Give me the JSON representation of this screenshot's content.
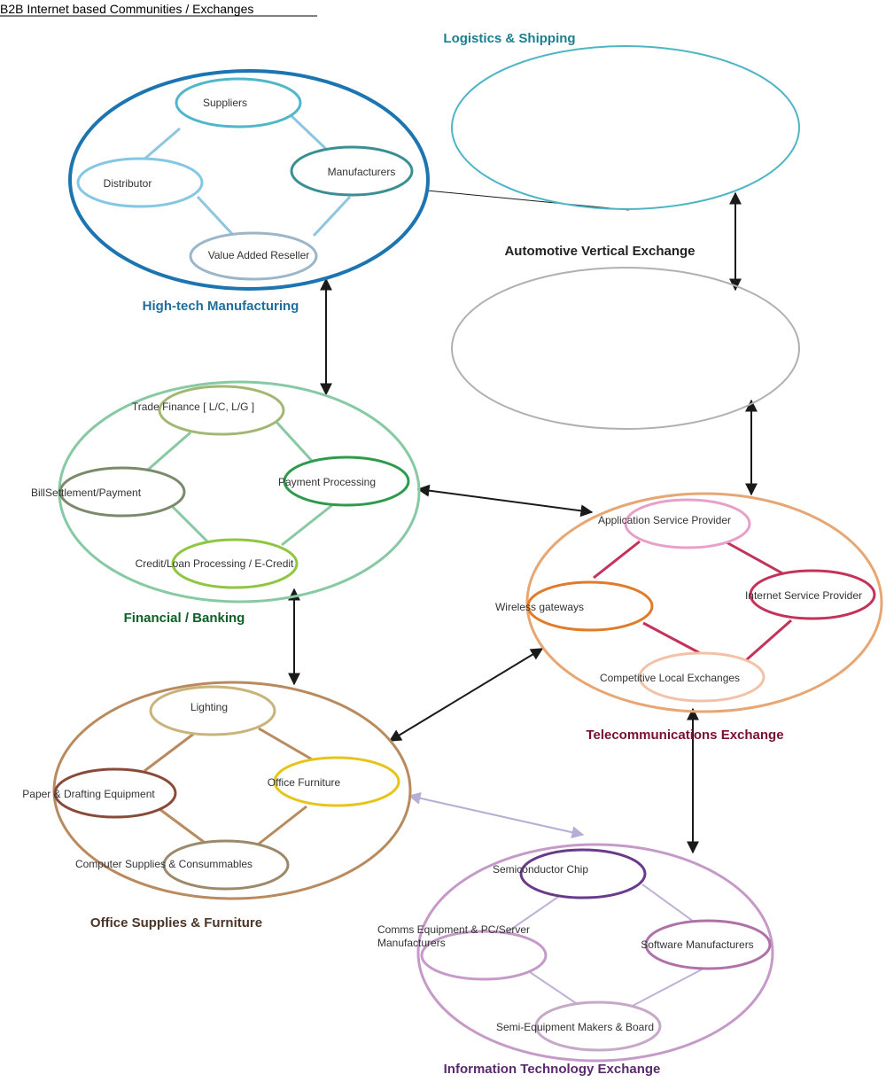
{
  "title": "B2B Internet based Communities / Exchanges",
  "colors": {
    "arrow": "#1a1a1a",
    "it_arrow": "#b7aed6"
  },
  "groups": {
    "hightech": {
      "title": "High-tech Manufacturing",
      "title_color": "#1f6f9c",
      "outline_color": "#1c75b0",
      "link_color": "#8dc6e0",
      "nodes": {
        "suppliers": {
          "label": "Suppliers",
          "color": "#4fb7c9"
        },
        "manufacturers": {
          "label": "Manufacturers",
          "color": "#3a8f93"
        },
        "distributor": {
          "label": "Distributor",
          "color": "#83c7e4"
        },
        "var": {
          "label": "Value Added Reseller",
          "color": "#9ab6c8"
        }
      }
    },
    "logistics": {
      "title": "Logistics & Shipping",
      "title_color": "#1a7f8e",
      "outline_color": "#4db5c6"
    },
    "automotive": {
      "title": "Automotive Vertical Exchange",
      "title_color": "#222222",
      "outline_color": "#b0b0b0"
    },
    "financial": {
      "title": "Financial / Banking",
      "title_color": "#0d5e27",
      "outline_color": "#86c9a3",
      "link_color": "#86c9a3",
      "nodes": {
        "trade": {
          "label": "Trade Finance [ L/C, L/G ]",
          "color": "#a3b774"
        },
        "payment": {
          "label": "Payment Processing",
          "color": "#2d9a4c"
        },
        "bill": {
          "label": "BillSettlement/Payment",
          "color": "#7a8a6a"
        },
        "credit": {
          "label": "Credit/Loan Processing / E-Credit",
          "color": "#8ec63f"
        }
      }
    },
    "telecom": {
      "title": "Telecommunications Exchange",
      "title_color": "#7a1030",
      "outline_color": "#e8a673",
      "link_color": "#c4325a",
      "nodes": {
        "asp": {
          "label": "Application Service Provider",
          "color": "#e8a0c8"
        },
        "isp": {
          "label": "Internet Service Provider",
          "color": "#c4325a"
        },
        "wireless": {
          "label": "Wireless gateways",
          "color": "#e07b2a"
        },
        "clec": {
          "label": "Competitive Local Exchanges",
          "color": "#f2c2a8"
        }
      }
    },
    "office": {
      "title": "Office Supplies & Furniture",
      "title_color": "#4a3528",
      "outline_color": "#b98a5e",
      "link_color": "#b98a5e",
      "nodes": {
        "lighting": {
          "label": "Lighting",
          "color": "#c8b47a"
        },
        "furniture": {
          "label": "Office Furniture",
          "color": "#e6c419"
        },
        "paper": {
          "label": "Paper & Drafting Equipment",
          "color": "#8a4a3a"
        },
        "computer": {
          "label": "Computer Supplies & Consummables",
          "color": "#9a8a6a"
        }
      }
    },
    "it": {
      "title": "Information Technology Exchange",
      "title_color": "#5a2a6e",
      "outline_color": "#c69ac8",
      "link_color": "#c0b0d8",
      "nodes": {
        "chip": {
          "label": "Semiconductor Chip",
          "color": "#6a3a8a"
        },
        "comms": {
          "label_line1": "Comms Equipment & PC/Server",
          "label_line2": "Manufacturers",
          "color": "#c69ac8"
        },
        "software": {
          "label": "Software Manufacturers",
          "color": "#b070a8"
        },
        "semi": {
          "label": "Semi-Equipment Makers & Board",
          "color": "#c8a8c8"
        }
      }
    }
  }
}
